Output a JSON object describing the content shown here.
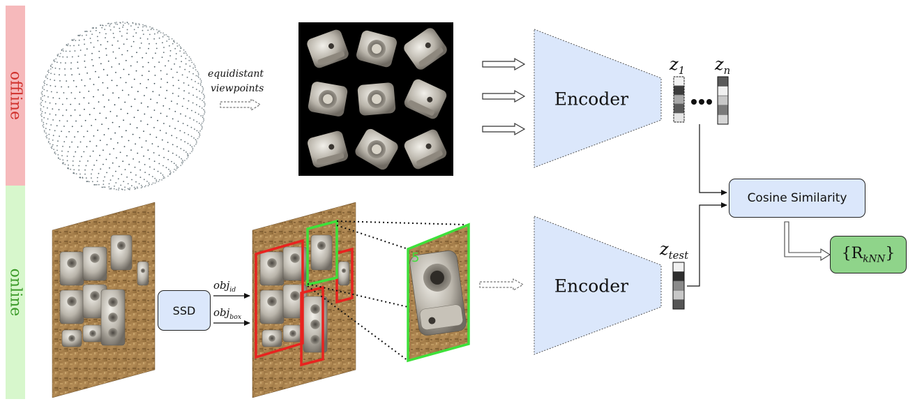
{
  "bands": {
    "offline": {
      "label": "offline",
      "color": "#f6b9bb",
      "text_color": "#d0302b"
    },
    "online": {
      "label": "online",
      "color": "#d7f7cc",
      "text_color": "#3a9a28"
    }
  },
  "offline": {
    "sphere_caption_line1": "equidistant",
    "sphere_caption_line2": "viewpoints",
    "encoder_label": "Encoder",
    "z1_label": "z",
    "z1_sub": "1",
    "zn_label": "z",
    "zn_sub": "n"
  },
  "online": {
    "ssd_label": "SSD",
    "obj_id_label": "obj",
    "obj_id_sub": "id",
    "obj_box_label": "obj",
    "obj_box_sub": "box",
    "crop_number": "5",
    "encoder_label": "Encoder",
    "ztest_label": "z",
    "ztest_sub": "test"
  },
  "cosine_label": "Cosine Similarity",
  "result_label": "{R",
  "result_sub": "kNN",
  "result_close": "}",
  "colors": {
    "encoder_fill": "#dbe7fb",
    "box_fill": "#dbe7fb",
    "result_fill": "#8fd48a",
    "bbox_red": "#e8231f",
    "bbox_green": "#3ee03a"
  }
}
